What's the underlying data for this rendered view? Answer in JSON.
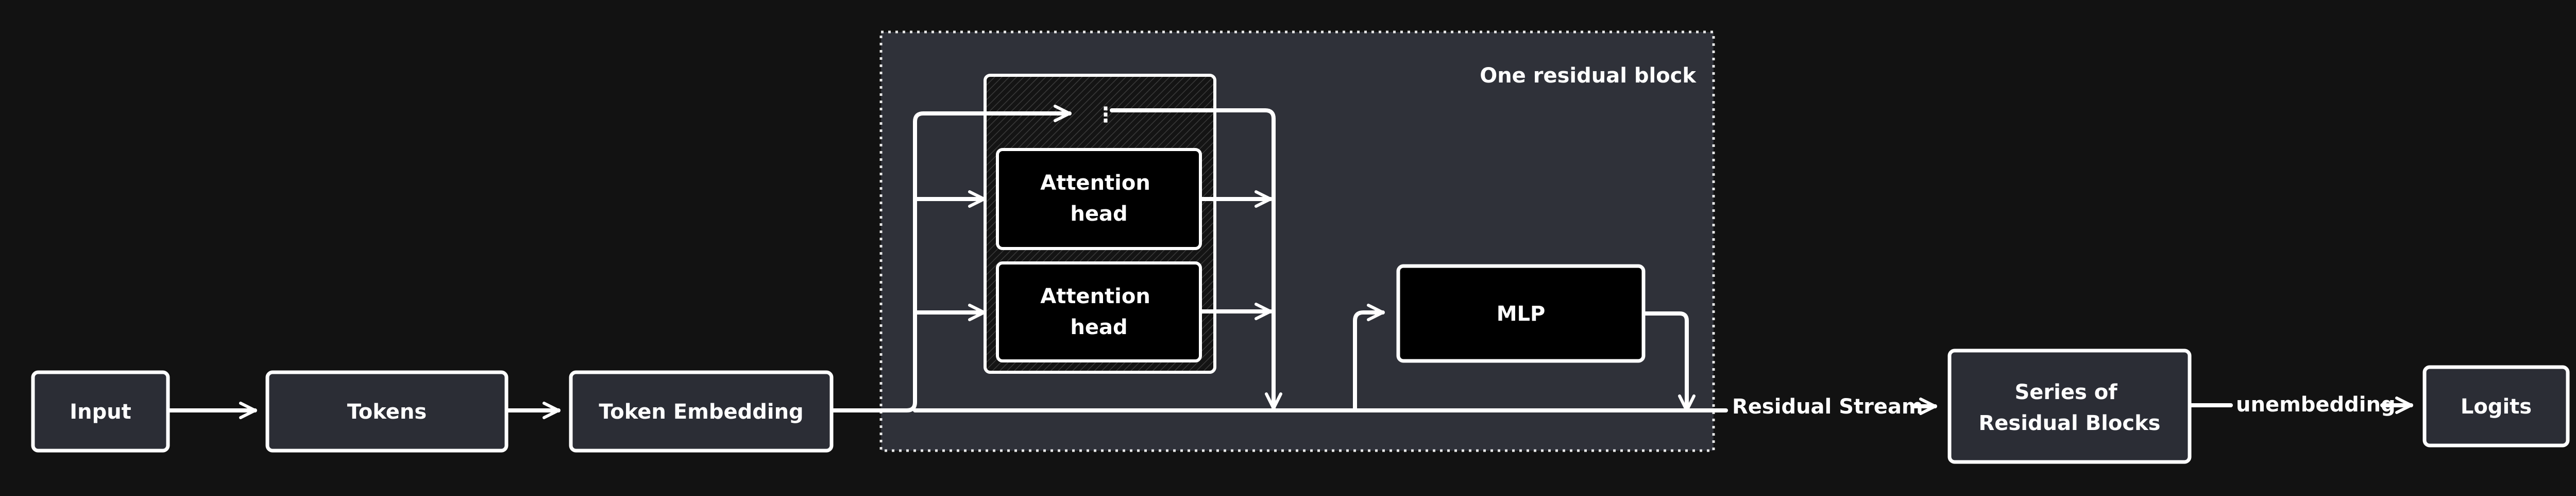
{
  "nodes": {
    "input": "Input",
    "tokens": "Tokens",
    "token_embedding": "Token Embedding",
    "attention_head_1": [
      "Attention",
      "head"
    ],
    "attention_head_2": [
      "Attention",
      "head"
    ],
    "more_heads": "⋮",
    "mlp": "MLP",
    "series_blocks": [
      "Series of",
      "Residual Blocks"
    ],
    "logits": "Logits"
  },
  "group": {
    "residual_block_title": "One residual block"
  },
  "edge_labels": {
    "residual_stream": "Residual Stream",
    "unembedding": "unembedding"
  },
  "colors": {
    "background": "#121212",
    "box_fill": "#2b2d35",
    "block_fill": "#2f3139",
    "head_fill": "#000000",
    "line": "#ffffff"
  }
}
